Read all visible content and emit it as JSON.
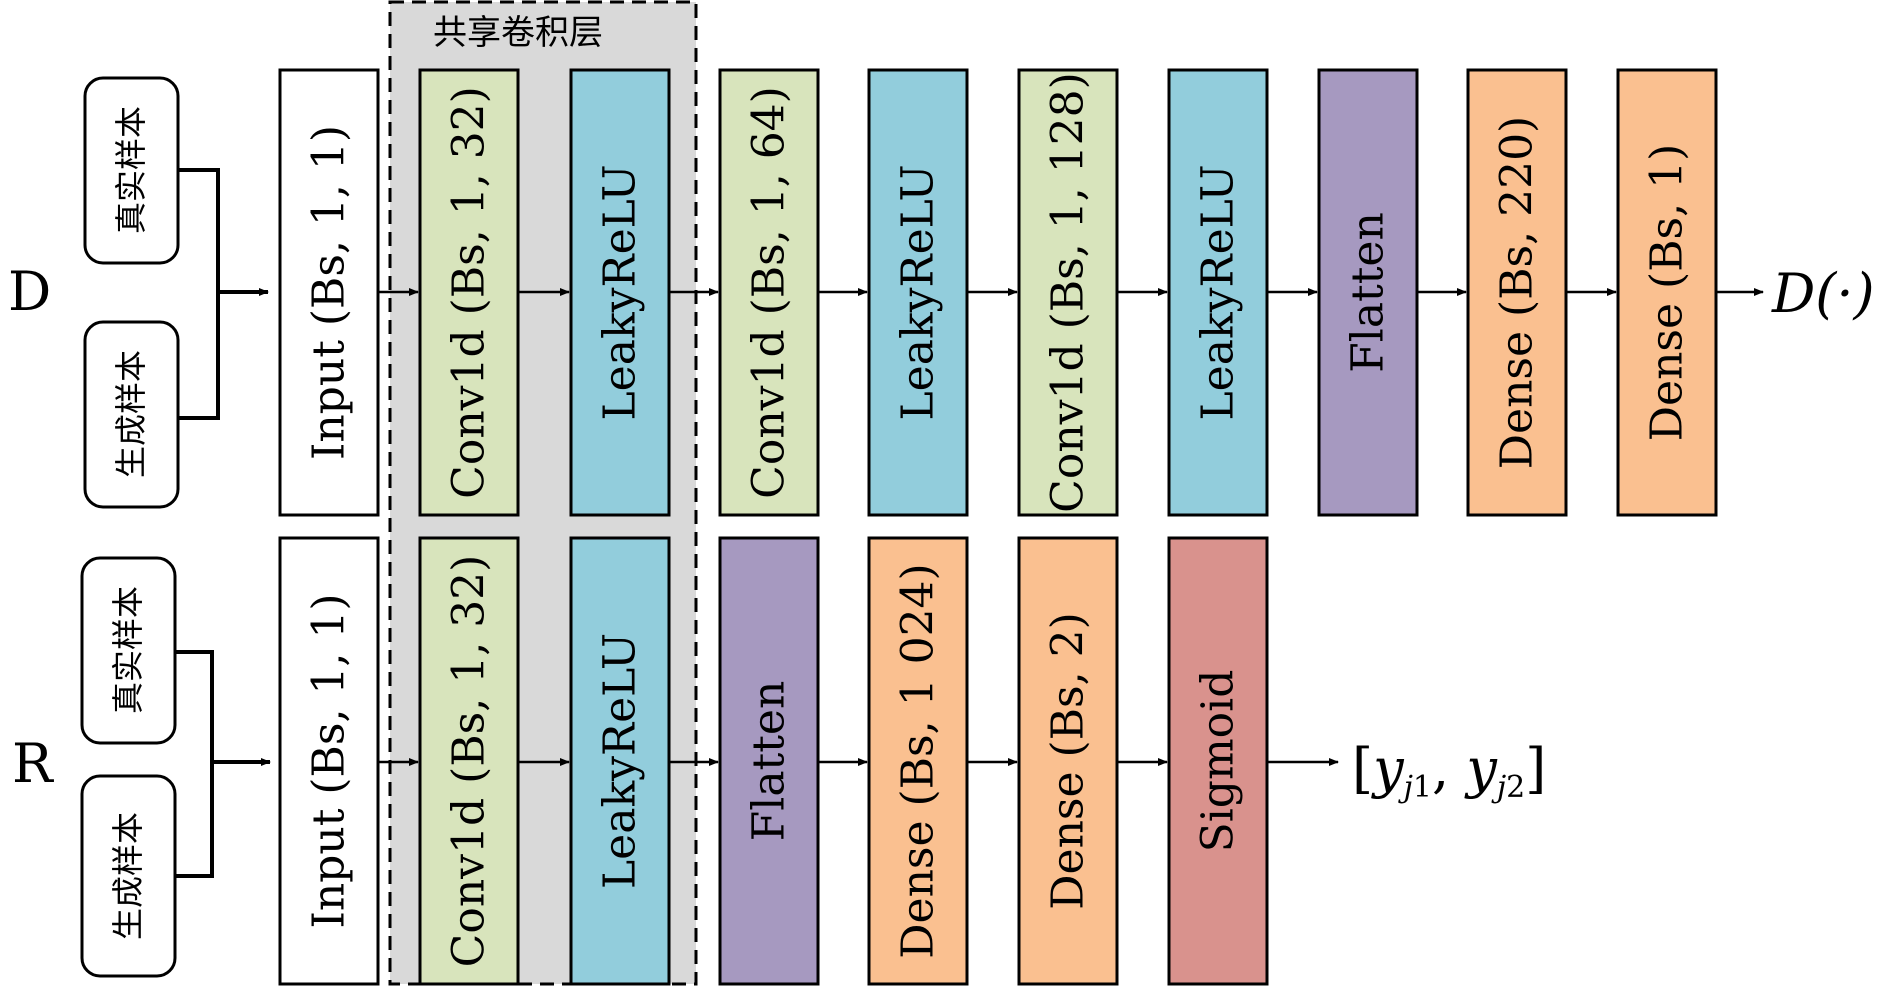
{
  "shared_group": {
    "label": "共享卷积层",
    "fill": "#d9d9d9"
  },
  "colors": {
    "input": "#ffffff",
    "conv": "#d8e4bc",
    "leaky": "#92cddc",
    "flatten": "#a699c0",
    "dense": "#fac090",
    "sigmoid": "#d9928d",
    "stroke": "#000000"
  },
  "rows": [
    {
      "row_label": "D",
      "sources": [
        "真实样本",
        "生成样本"
      ],
      "layers": [
        {
          "kind": "input",
          "text": "Input (Bs, 1, 1)"
        },
        {
          "kind": "conv",
          "text": "Conv1d (Bs, 1, 32)"
        },
        {
          "kind": "leaky",
          "text": "LeakyReLU"
        },
        {
          "kind": "conv",
          "text": "Conv1d (Bs, 1, 64)"
        },
        {
          "kind": "leaky",
          "text": "LeakyReLU"
        },
        {
          "kind": "conv",
          "text": "Conv1d (Bs, 1, 128)"
        },
        {
          "kind": "leaky",
          "text": "LeakyReLU"
        },
        {
          "kind": "flatten",
          "text": "Flatten"
        },
        {
          "kind": "dense",
          "text": "Dense (Bs, 220)"
        },
        {
          "kind": "dense",
          "text": "Dense (Bs, 1)"
        }
      ],
      "output": "D(·)"
    },
    {
      "row_label": "R",
      "sources": [
        "真实样本",
        "生成样本"
      ],
      "layers": [
        {
          "kind": "input",
          "text": "Input (Bs, 1, 1)"
        },
        {
          "kind": "conv",
          "text": "Conv1d (Bs, 1, 32)"
        },
        {
          "kind": "leaky",
          "text": "LeakyReLU"
        },
        {
          "kind": "flatten",
          "text": "Flatten"
        },
        {
          "kind": "dense",
          "text": "Dense (Bs, 1 024)"
        },
        {
          "kind": "dense",
          "text": "Dense (Bs, 2)"
        },
        {
          "kind": "sigmoid",
          "text": "Sigmoid"
        }
      ],
      "output": "[y_j1, y_j2]"
    }
  ]
}
